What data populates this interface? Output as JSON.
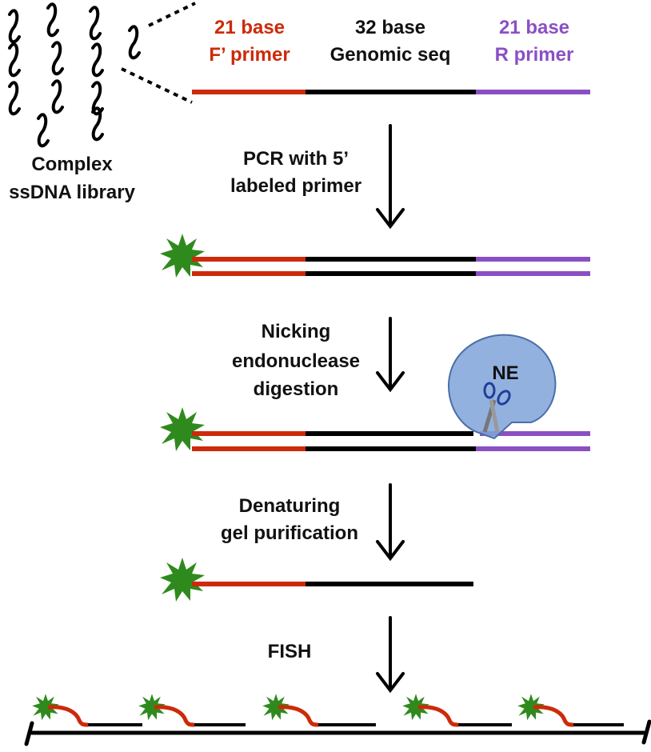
{
  "colors": {
    "forward_primer": "#cc2a0a",
    "genomic": "#000000",
    "reverse_primer": "#8b4fc4",
    "label": "#2f8a1d",
    "enzyme": "#7fa3d9"
  },
  "header": {
    "forward": {
      "line1": "21 base",
      "line2": "F’ primer"
    },
    "genomic": {
      "line1": "32 base",
      "line2": "Genomic seq"
    },
    "reverse": {
      "line1": "21 base",
      "line2": "R primer"
    }
  },
  "library": {
    "line1": "Complex",
    "line2": "ssDNA library"
  },
  "steps": {
    "pcr": {
      "line1": "PCR with 5’",
      "line2": "labeled primer"
    },
    "nicking": {
      "line1": "Nicking",
      "line2": "endonuclease",
      "line3": "digestion"
    },
    "enzyme_label": "NE",
    "gel": {
      "line1": "Denaturing",
      "line2": "gel purification"
    },
    "fish": "FISH"
  },
  "icons": {
    "fluorophore": "star-burst-icon",
    "scissors": "scissors-icon",
    "arrow": "down-arrow-icon"
  }
}
